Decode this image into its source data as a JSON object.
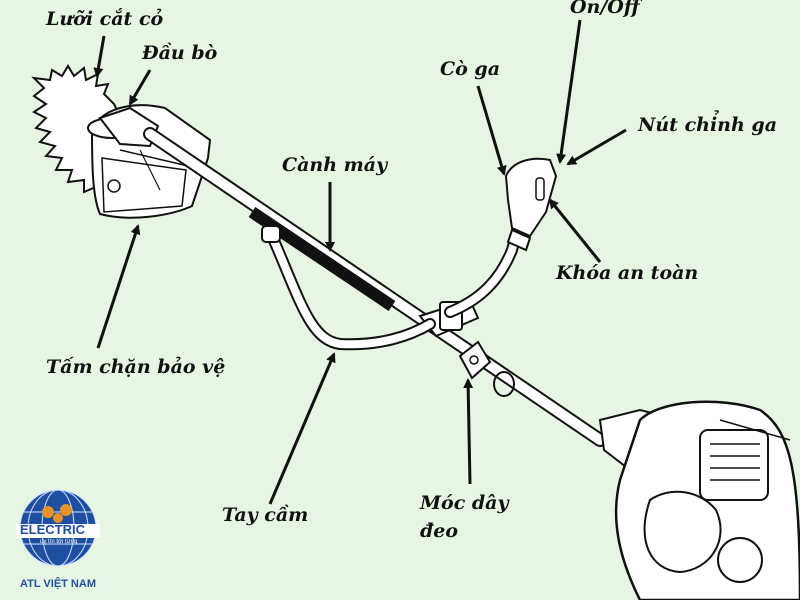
{
  "labels": {
    "luoi_cat_co": "Lưỡi cắt cỏ",
    "dau_bo": "Đầu bò",
    "on_off": "On/Off",
    "co_ga": "Cò ga",
    "nut_chinh_ga": "Nút chỉnh ga",
    "canh_may": "Cành máy",
    "khoa_an_toan": "Khóa an toàn",
    "tam_chan_bao_ve": "Tấm chặn bảo vệ",
    "tay_cam": "Tay cầm",
    "moc_day_deo_line1": "Móc dây",
    "moc_day_deo_line2": "đeo"
  },
  "logo": {
    "brand": "ELECTRIC",
    "tagline": "uy tín tới từng",
    "company": "ATL VIỆT NAM"
  },
  "colors": {
    "background": "#e6f6e3",
    "line": "#111111",
    "logo_blue": "#1f4fa0",
    "logo_orange": "#e8932a"
  }
}
